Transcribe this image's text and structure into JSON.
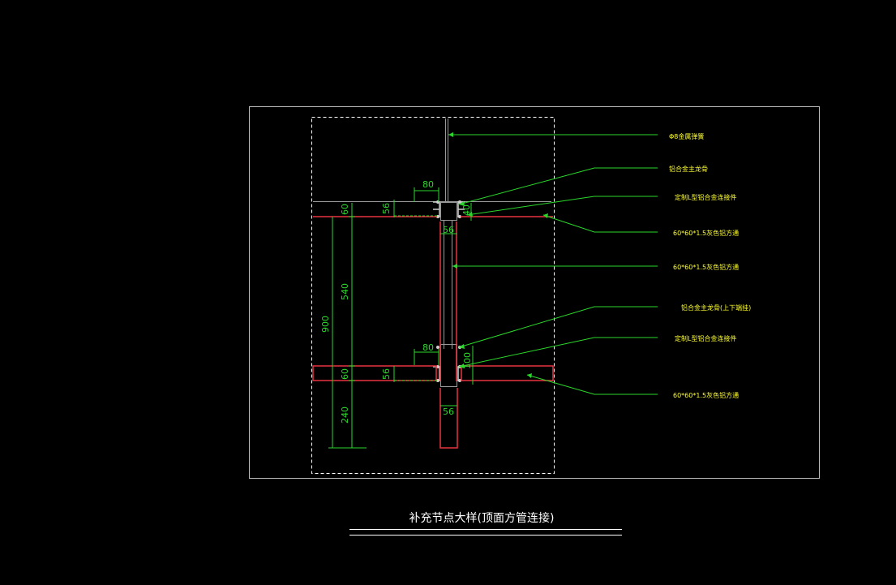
{
  "drawing": {
    "title": "补充节点大样(顶面方管连接)",
    "colors": {
      "background": "#000000",
      "frame": "#bdbdbd",
      "dashed": "#ffffff",
      "tube": "#e8333f",
      "tube_inner": "#9a9a9a",
      "dimension": "#2bd72b",
      "leader": "#2bd72b",
      "callout_text": "#ffff33",
      "title_text": "#ffffff"
    },
    "callouts": [
      "Φ8金属弹簧",
      "铝合金主龙骨",
      "定制L型铝合金连接件",
      "60*60*1.5灰色铝方通",
      "60*60*1.5灰色铝方通",
      "铝合金主龙骨(上下端挂)",
      "定制L型铝合金连接件",
      "60*60*1.5灰色铝方通"
    ],
    "dimensions": {
      "top_80": "80",
      "top_56_left": "56",
      "top_40": "40",
      "top_56_below": "56",
      "bot_80": "80",
      "bot_56_left": "56",
      "bot_100": "100",
      "bot_56_below": "56",
      "v_60_top": "60",
      "v_540": "540",
      "v_900": "900",
      "v_60_bottom": "60",
      "v_240": "240"
    }
  }
}
